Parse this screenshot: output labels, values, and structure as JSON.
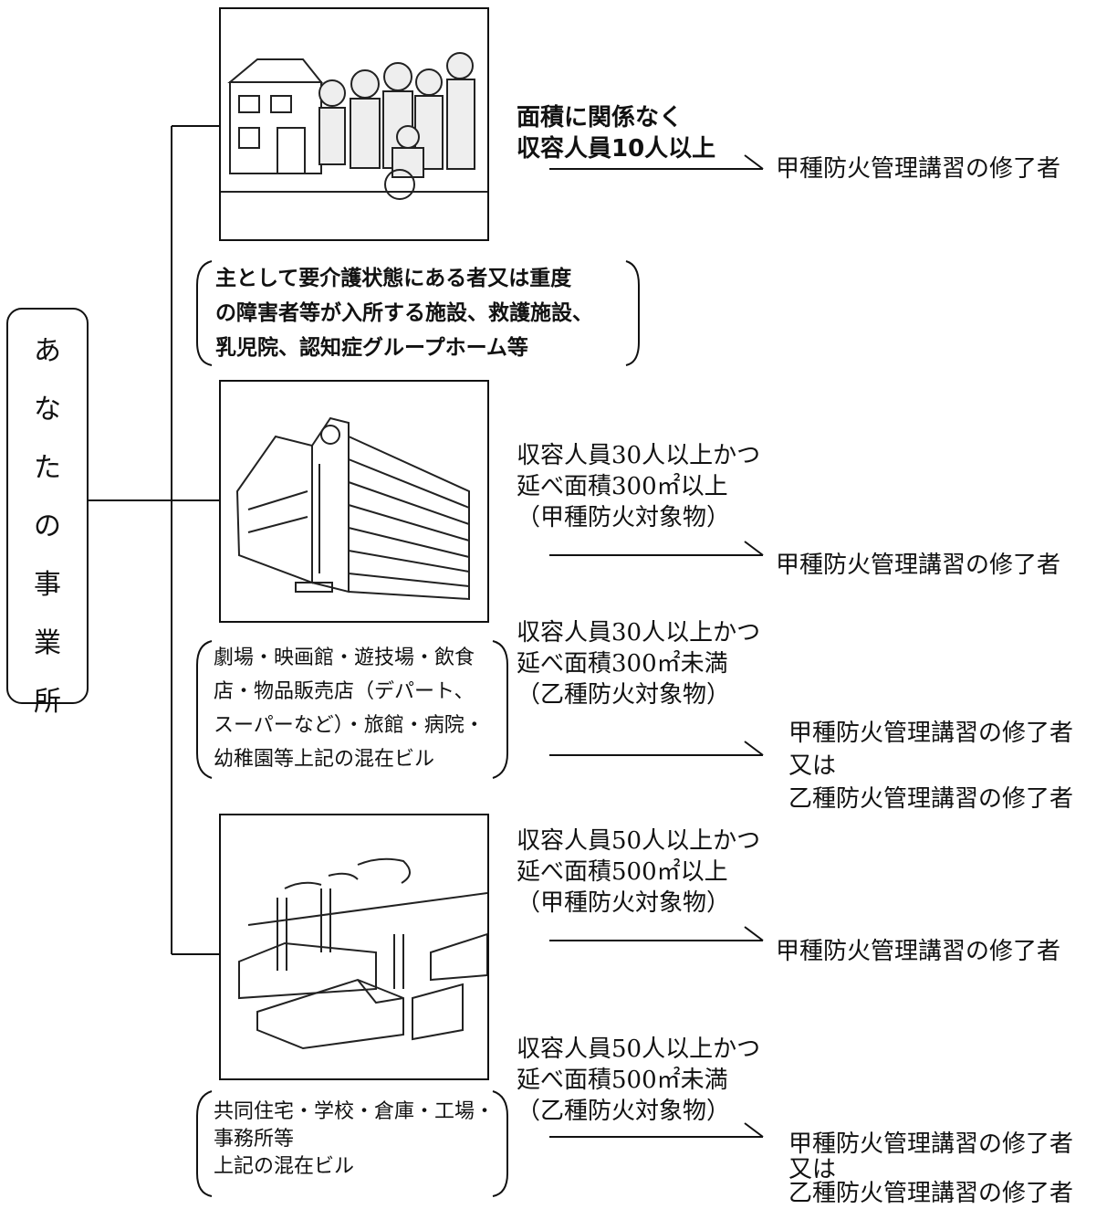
{
  "title_chars": [
    "あ",
    "な",
    "た",
    "の",
    "事",
    "業",
    "所"
  ],
  "groups": [
    {
      "picture": "elderly-care-facility-illustration",
      "category": "主として要介護状態にある者又は重度\nの障害者等が入所する施設、救護施設、\n乳児院、認知症グループホーム等",
      "rules": [
        {
          "condition": "面積に関係なく\n収容人員10人以上",
          "result": "甲種防火管理講習の修了者"
        }
      ]
    },
    {
      "picture": "department-store-building-illustration",
      "category": "劇場・映画館・遊技場・飲食\n店・物品販売店（デパート、\nスーパーなど）・旅館・病院・\n幼稚園等上記の混在ビル",
      "rules": [
        {
          "condition": "収容人員30人以上かつ\n延べ面積300㎡以上\n（甲種防火対象物）",
          "result": "甲種防火管理講習の修了者"
        },
        {
          "condition": "収容人員30人以上かつ\n延べ面積300㎡未満\n（乙種防火対象物）",
          "result": "甲種防火管理講習の修了者",
          "or": "又は",
          "result2": "乙種防火管理講習の修了者"
        }
      ]
    },
    {
      "picture": "factory-illustration",
      "category": "共同住宅・学校・倉庫・工場・\n事務所等\n上記の混在ビル",
      "rules": [
        {
          "condition": "収容人員50人以上かつ\n延べ面積500㎡以上\n（甲種防火対象物）",
          "result": "甲種防火管理講習の修了者"
        },
        {
          "condition": "収容人員50人以上かつ\n延べ面積500㎡未満\n（乙種防火対象物）",
          "result": "甲種防火管理講習の修了者",
          "or": "又は",
          "result2": "乙種防火管理講習の修了者"
        }
      ]
    }
  ]
}
